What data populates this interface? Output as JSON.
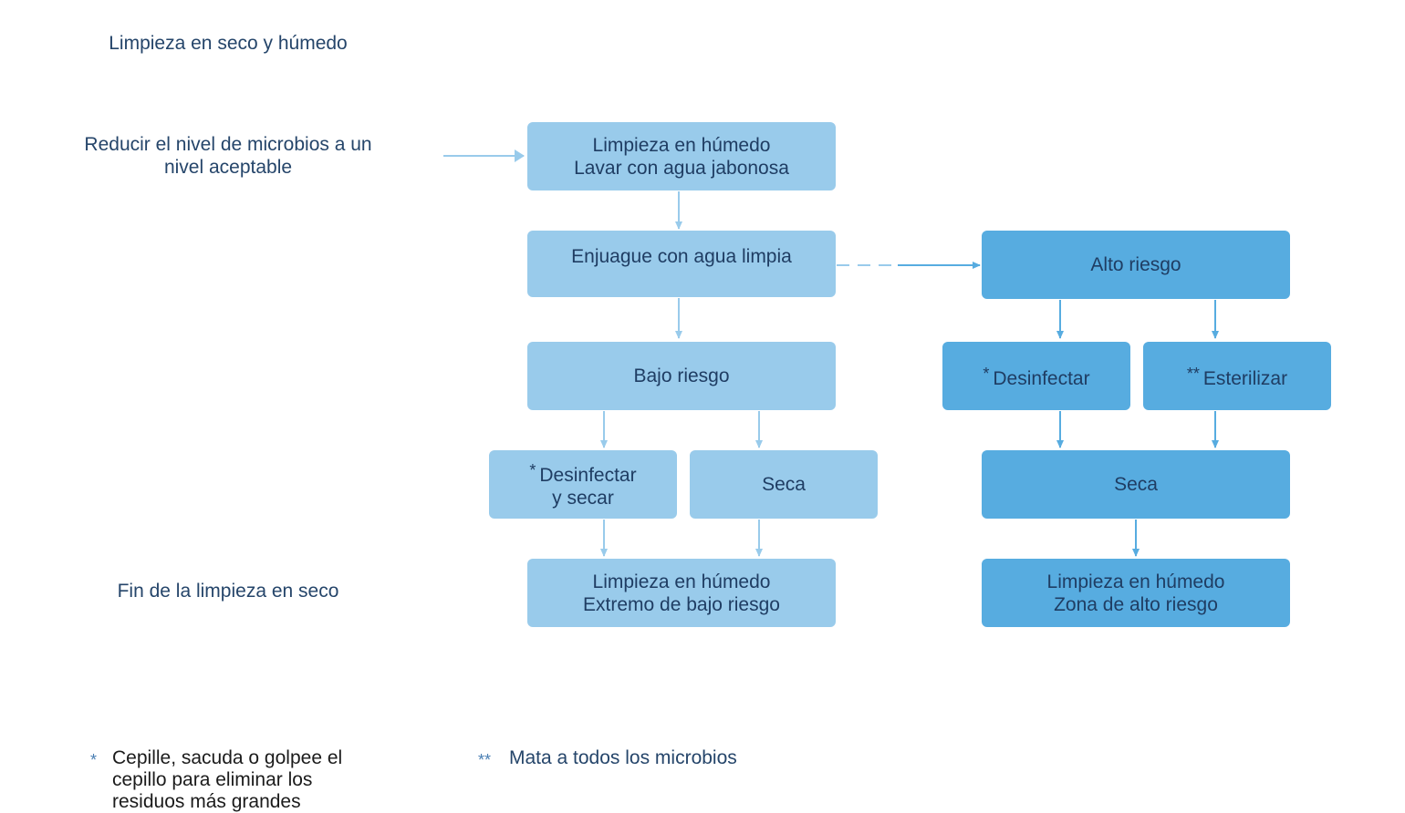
{
  "labels": {
    "title": "Limpieza en seco y húmedo",
    "goal": "Reducir el nivel de microbios a un nivel aceptable",
    "end": "Fin de la limpieza en seco"
  },
  "boxes": {
    "wet_wash_line1": "Limpieza en húmedo",
    "wet_wash_line2": "Lavar con agua jabonosa",
    "rinse": "Enjuague con agua limpia",
    "low_risk": "Bajo riesgo",
    "low_disinfect_mark": "*",
    "low_disinfect_line1": "Desinfectar",
    "low_disinfect_line2": "y secar",
    "low_dry": "Seca",
    "low_end_line1": "Limpieza en húmedo",
    "low_end_line2": "Extremo de bajo riesgo",
    "high_risk": "Alto riesgo",
    "high_disinfect_mark": "*",
    "high_disinfect": "Desinfectar",
    "high_sterilize_mark": "**",
    "high_sterilize": "Esterilizar",
    "high_dry": "Seca",
    "high_end_line1": "Limpieza en húmedo",
    "high_end_line2": "Zona de alto riesgo"
  },
  "footnotes": {
    "single_mark": "*",
    "single_text": "Cepille, sacuda o golpee el cepillo para eliminar los residuos más grandes",
    "double_mark": "**",
    "double_text": "Mata a todos los microbios"
  },
  "colors": {
    "low_risk_box": "#99cbeb",
    "high_risk_box": "#57ace0",
    "text": "#25456a"
  }
}
